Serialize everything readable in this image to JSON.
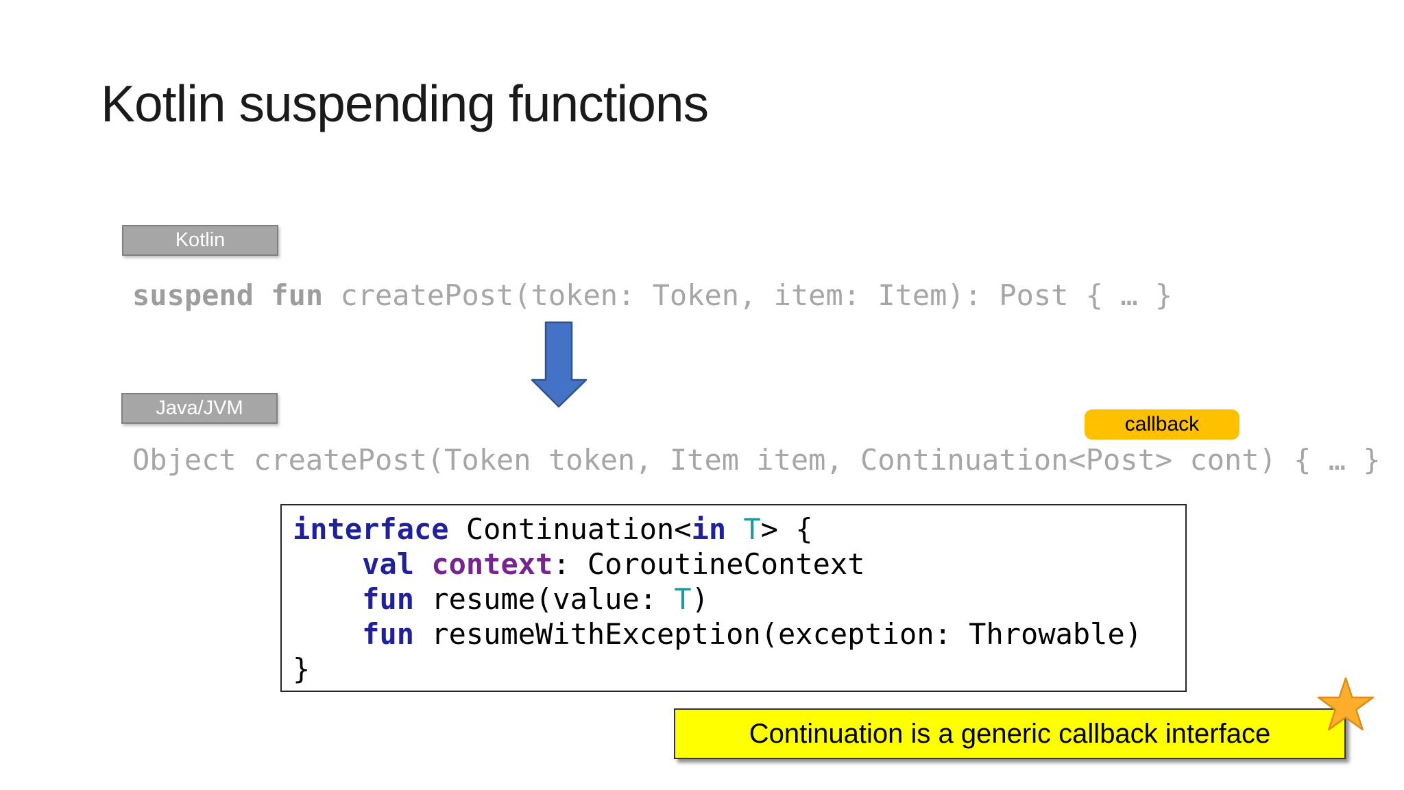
{
  "slide": {
    "title": "Kotlin suspending functions"
  },
  "kotlin_section": {
    "badge_label": "Kotlin",
    "code_keyword": "suspend fun",
    "code_rest": " createPost(token: Token, item: Item): Post { … }"
  },
  "java_section": {
    "badge_label": "Java/JVM",
    "callback_label": "callback",
    "code_line": "Object createPost(Token token, Item item, Continuation<Post> cont) { … }"
  },
  "interface_box": {
    "code_lines": [
      [
        {
          "t": "interface",
          "c": "kw"
        },
        {
          "t": " Continuation<",
          "c": "p"
        },
        {
          "t": "in",
          "c": "kw"
        },
        {
          "t": " ",
          "c": "p"
        },
        {
          "t": "T",
          "c": "tp"
        },
        {
          "t": "> {",
          "c": "p"
        }
      ],
      [
        {
          "t": "    ",
          "c": "p"
        },
        {
          "t": "val",
          "c": "kw"
        },
        {
          "t": " ",
          "c": "p"
        },
        {
          "t": "context",
          "c": "prop"
        },
        {
          "t": ": CoroutineContext",
          "c": "p"
        }
      ],
      [
        {
          "t": "    ",
          "c": "p"
        },
        {
          "t": "fun",
          "c": "kw"
        },
        {
          "t": " resume(value: ",
          "c": "p"
        },
        {
          "t": "T",
          "c": "tp"
        },
        {
          "t": ")",
          "c": "p"
        }
      ],
      [
        {
          "t": "    ",
          "c": "p"
        },
        {
          "t": "fun",
          "c": "kw"
        },
        {
          "t": " resumeWithException(exception: Throwable)",
          "c": "p"
        }
      ],
      [
        {
          "t": "}",
          "c": "p"
        }
      ]
    ]
  },
  "note": {
    "text": "Continuation is a generic callback interface"
  },
  "icons": {
    "down_arrow": "down-arrow-icon",
    "star": "star-icon"
  },
  "colors": {
    "arrow_blue": "#4472C4",
    "arrow_border": "#2F528F",
    "badge_gray": "#A6A6A6",
    "badge_border": "#7F7F7F",
    "callback_gold": "#FFC000",
    "note_yellow": "#FFFF00",
    "star_gold": "#FFAE2B",
    "star_border": "#DC8B1C",
    "code_gray": "#A6A6A6",
    "keyword_navy": "#20209B",
    "property_purple": "#76258E",
    "type_param_teal": "#20999D",
    "title_color": "#1A1A1A"
  }
}
